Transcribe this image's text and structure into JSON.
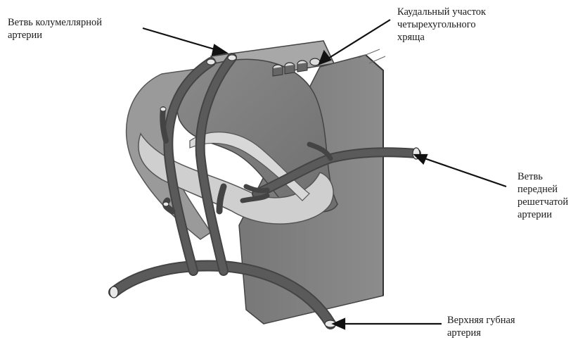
{
  "labels": {
    "columellar": [
      "Ветвь колумеллярной",
      "артерии"
    ],
    "caudal": [
      "Каудальный участок",
      "четырехугольного",
      "хряща"
    ],
    "ethmoid": [
      "Ветвь",
      "передней",
      "решетчатой",
      "артерии"
    ],
    "labial": [
      "Верхняя губная",
      "артерия"
    ]
  }
}
